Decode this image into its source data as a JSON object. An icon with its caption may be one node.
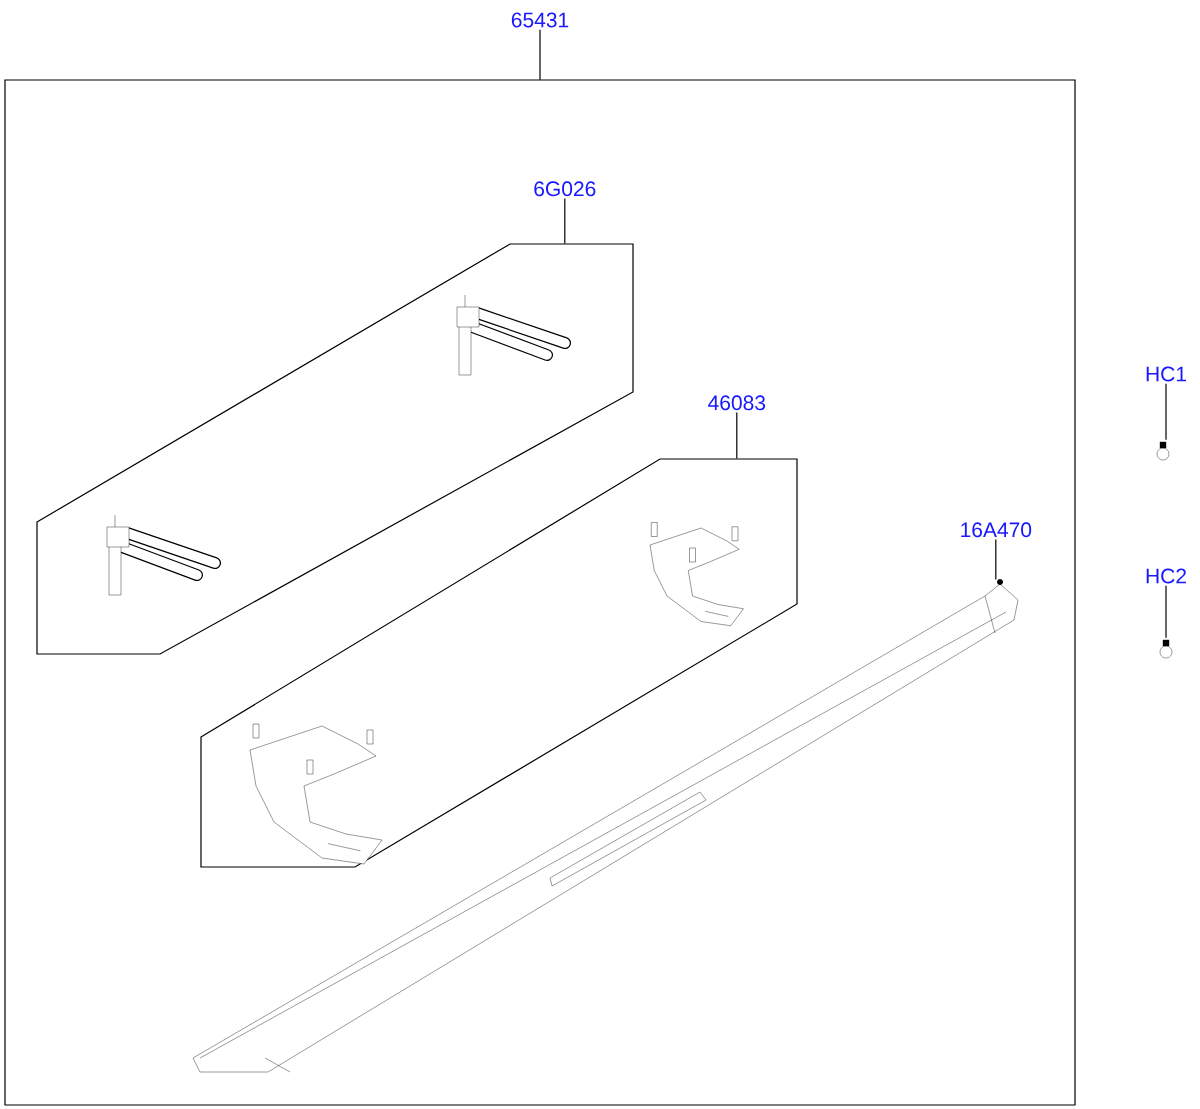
{
  "diagram": {
    "nodes": [
      {
        "text": [
          "65431"
        ]
      },
      {
        "text": [],
        "shape": "box"
      },
      {
        "text": [
          "6G026"
        ],
        "in": 1
      },
      {
        "text": [],
        "shape": "box",
        "in": 1
      },
      {
        "text": [
          "46083"
        ],
        "in": 1
      },
      {
        "text": [],
        "shape": "box",
        "in": 1
      },
      {
        "text": [
          "16A470"
        ],
        "in": 1
      },
      {
        "text": [],
        "shape": "picture",
        "in": 1
      },
      {
        "text": [
          "HC1"
        ]
      },
      {
        "text": [],
        "shape": "picture"
      },
      {
        "text": [
          "HC2"
        ]
      },
      {
        "text": [],
        "shape": "picture"
      }
    ],
    "edges": [
      {
        "from": 0,
        "to": 1,
        "arrow": "none"
      },
      {
        "from": 2,
        "to": 3,
        "arrow": "none"
      },
      {
        "from": 4,
        "to": 5,
        "arrow": "none"
      },
      {
        "from": 6,
        "to": 7,
        "arrow": "none"
      },
      {
        "from": 8,
        "to": 9,
        "arrow": "none"
      },
      {
        "from": 10,
        "to": 11,
        "arrow": "none"
      }
    ]
  }
}
